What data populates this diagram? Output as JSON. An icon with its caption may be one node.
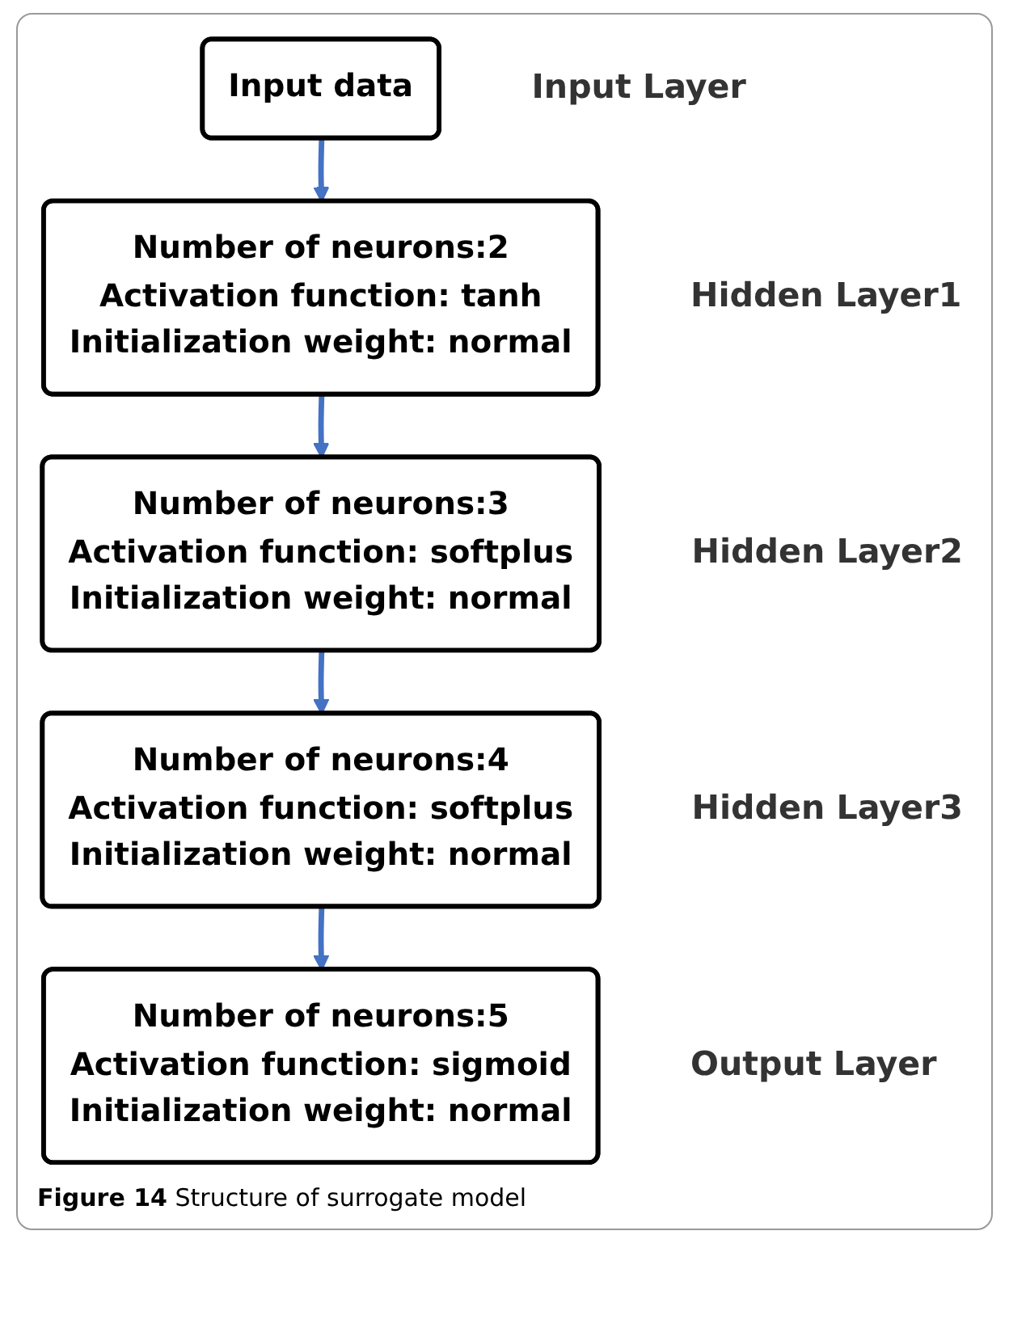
{
  "diagram": {
    "caption": "**Figure 14** Structure of surrogate model",
    "nodes": [
      {
        "text": [
          "Input data"
        ],
        "beside": [
          "Input Layer"
        ]
      },
      {
        "text": [
          "Number of neurons:2",
          "Activation function: tanh",
          "Initialization weight: normal"
        ],
        "beside": [
          "Hidden Layer1"
        ]
      },
      {
        "text": [
          "Number of neurons:3",
          "Activation function: softplus",
          "Initialization weight: normal"
        ],
        "beside": [
          "Hidden Layer2"
        ]
      },
      {
        "text": [
          "Number of neurons:4",
          "Activation function: softplus",
          "Initialization weight: normal"
        ],
        "beside": [
          "Hidden Layer3"
        ]
      },
      {
        "text": [
          "Number of neurons:5",
          "Activation function: sigmoid",
          "Initialization weight: normal"
        ],
        "beside": [
          "Output Layer"
        ]
      }
    ],
    "edges": [
      {
        "from": 0,
        "to": 1,
        "arrow": "to"
      },
      {
        "from": 1,
        "to": 2,
        "arrow": "to"
      },
      {
        "from": 2,
        "to": 3,
        "arrow": "to"
      },
      {
        "from": 3,
        "to": 4,
        "arrow": "to"
      }
    ]
  }
}
